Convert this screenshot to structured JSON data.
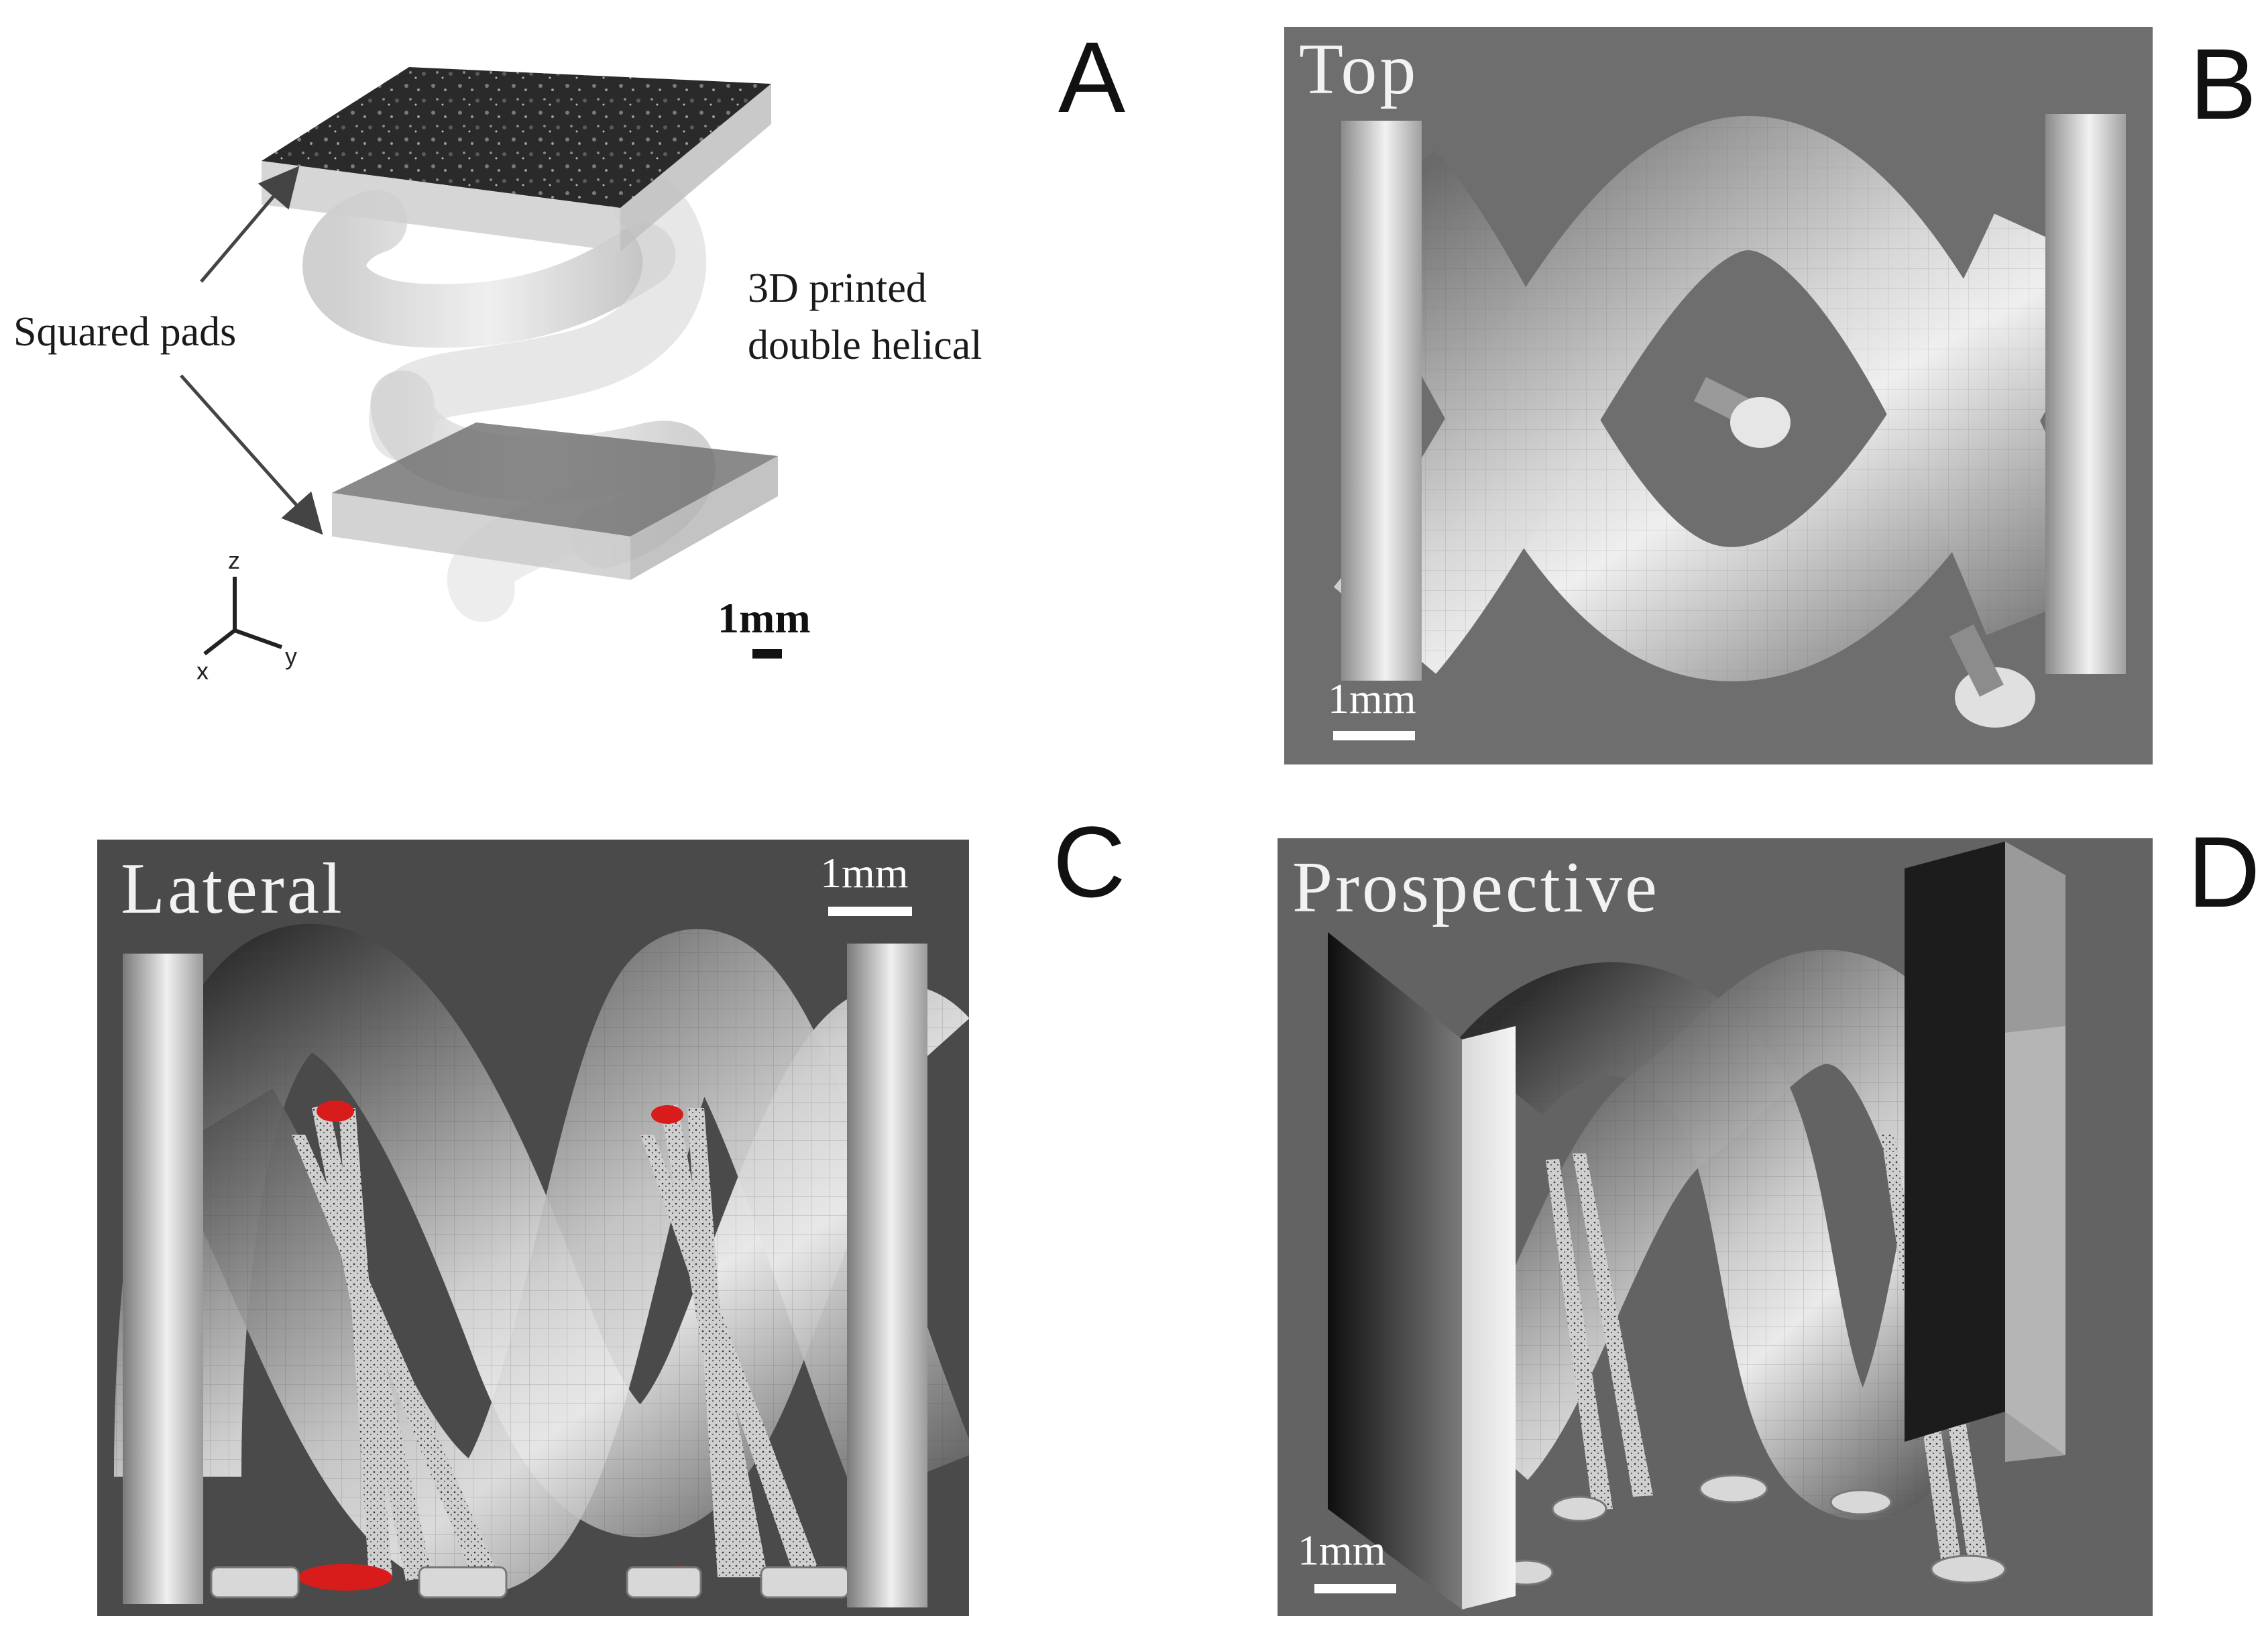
{
  "panels": {
    "a": {
      "letter": "A",
      "label_pads": "Squared pads",
      "label_helix_line1": "3D printed",
      "label_helix_line2": "double helical",
      "scale_label": "1mm",
      "axis_z": "z",
      "axis_x": "x",
      "axis_y": "y"
    },
    "b": {
      "letter": "B",
      "title": "Top",
      "scale_label": "1mm"
    },
    "c": {
      "letter": "C",
      "title": "Lateral",
      "scale_label": "1mm"
    },
    "d": {
      "letter": "D",
      "title": "Prospective",
      "scale_label": "1mm"
    }
  },
  "colors": {
    "view_background_b": "#6e6e6e",
    "view_background_c": "#4a4a4a",
    "view_background_d": "#636363",
    "support_contact_red": "#d81c1c",
    "scale_bar_white": "#ffffff",
    "scale_bar_black": "#111111"
  }
}
